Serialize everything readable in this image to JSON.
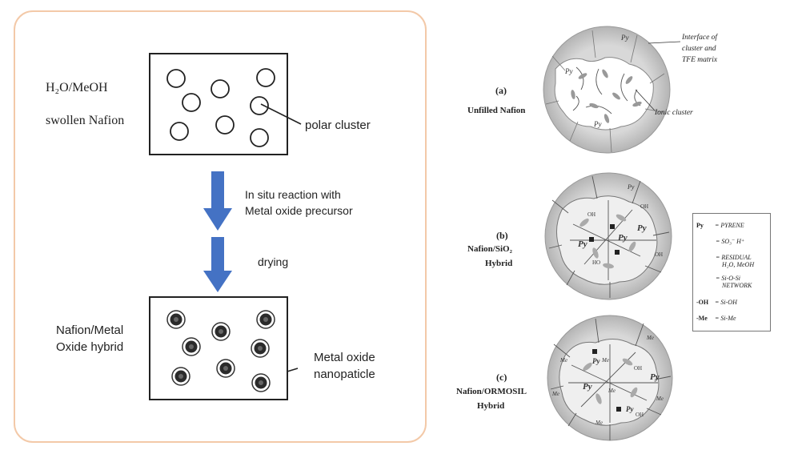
{
  "left": {
    "swollen_label_1": "H₂O/MeOH",
    "swollen_label_2": "swollen Nafion",
    "polar_cluster": "polar cluster",
    "step1_line1": "In situ reaction with",
    "step1_line2": "Metal oxide precursor",
    "step2": "drying",
    "hybrid_line1": "Nafion/Metal",
    "hybrid_line2": "Oxide hybrid",
    "nano_line1": "Metal oxide",
    "nano_line2": "nanopaticle"
  },
  "right": {
    "a_tag": "(a)",
    "a_name": "Unfilled Nafion",
    "b_tag": "(b)",
    "b_name_1": "Nafion/SiO₂",
    "b_name_2": "Hybrid",
    "c_tag": "(c)",
    "c_name_1": "Nafion/ORMOSIL",
    "c_name_2": "Hybrid",
    "interface_1": "Interface of",
    "interface_2": "cluster and",
    "interface_3": "TFE matrix",
    "ionic": "Ionic cluster"
  },
  "legend": {
    "py_key": "Py",
    "py_val": "= PYRENE",
    "so3_val": "= SO₃⁻ H⁺",
    "res_val_1": "= RESIDUAL",
    "res_val_2": "H₂O, MeOH",
    "sios_val_1": "= Si-O-Si",
    "sios_val_2": "NETWORK",
    "oh_key": "-OH",
    "oh_val": "= Si-OH",
    "me_key": "-Me",
    "me_val": "= Si-Me"
  },
  "colors": {
    "arrow": "#4472c4",
    "panel_border": "#f3c9a8",
    "outline": "#222222",
    "ring_fill": "#c8c8c8"
  }
}
